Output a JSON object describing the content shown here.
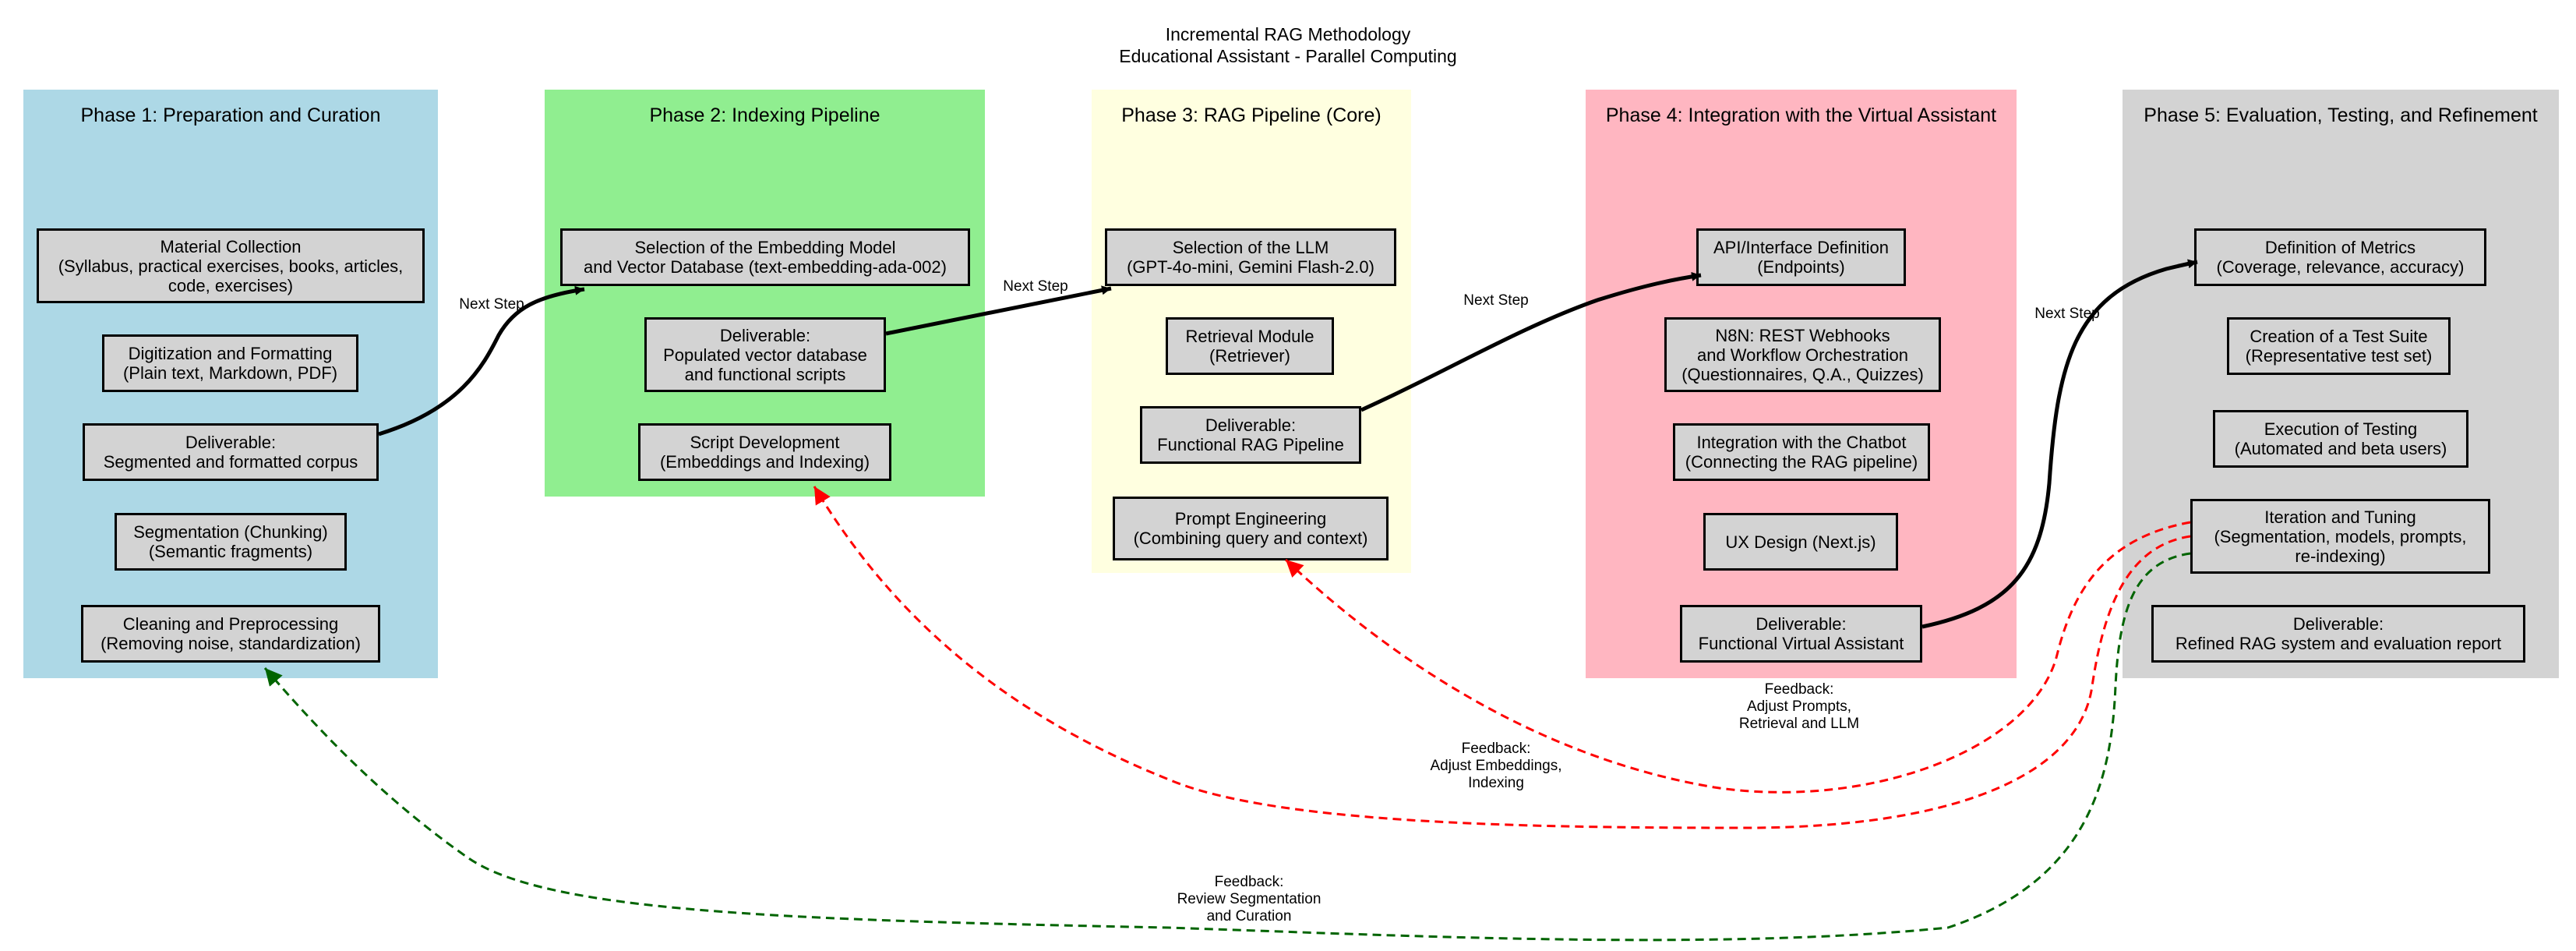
{
  "title": {
    "line1": "Incremental RAG Methodology",
    "line2": "Educational Assistant - Parallel Computing"
  },
  "colors": {
    "phase1": "#add8e6",
    "phase2": "#90ee90",
    "phase3": "#ffffe0",
    "phase4": "#ffb6c1",
    "phase5": "#d3d3d3",
    "node_fill": "#d3d3d3",
    "next_edge": "#000000",
    "feedback_red": "#ff0000",
    "feedback_green": "#006400"
  },
  "phases": [
    {
      "label": "Phase 1: Preparation and Curation",
      "nodes": [
        "Material Collection\n(Syllabus, practical exercises, books, articles,\ncode, exercises)",
        "Digitization and Formatting\n(Plain text, Markdown, PDF)",
        "Deliverable:\nSegmented and formatted corpus",
        "Segmentation (Chunking)\n(Semantic fragments)",
        "Cleaning and Preprocessing\n(Removing noise, standardization)"
      ]
    },
    {
      "label": "Phase 2: Indexing Pipeline",
      "nodes": [
        "Selection of the Embedding Model\nand Vector Database (text-embedding-ada-002)",
        "Deliverable:\nPopulated vector database\nand functional scripts",
        "Script Development\n(Embeddings and Indexing)"
      ]
    },
    {
      "label": "Phase 3: RAG Pipeline (Core)",
      "nodes": [
        "Selection of the LLM\n(GPT-4o-mini, Gemini Flash-2.0)",
        "Retrieval Module\n(Retriever)",
        "Deliverable:\nFunctional RAG Pipeline",
        "Prompt Engineering\n(Combining query and context)"
      ]
    },
    {
      "label": "Phase 4: Integration with the Virtual Assistant",
      "nodes": [
        "API/Interface Definition\n(Endpoints)",
        "N8N: REST Webhooks\nand Workflow Orchestration\n(Questionnaires, Q.A., Quizzes)",
        "Integration with the Chatbot\n(Connecting the RAG pipeline)",
        "UX Design (Next.js)",
        "Deliverable:\nFunctional Virtual Assistant"
      ]
    },
    {
      "label": "Phase 5: Evaluation, Testing, and Refinement",
      "nodes": [
        "Definition of Metrics\n(Coverage, relevance, accuracy)",
        "Creation of a Test Suite\n(Representative test set)",
        "Execution of Testing\n(Automated and beta users)",
        "Iteration and Tuning\n(Segmentation, models, prompts,\nre-indexing)",
        "Deliverable:\nRefined RAG system and evaluation report"
      ]
    }
  ],
  "edges": {
    "next_step": [
      "Next Step",
      "Next Step",
      "Next Step",
      "Next Step"
    ],
    "feedback": [
      "Feedback:\nAdjust Prompts,\nRetrieval and LLM",
      "Feedback:\nAdjust Embeddings,\nIndexing",
      "Feedback:\nReview Segmentation\nand Curation"
    ]
  }
}
